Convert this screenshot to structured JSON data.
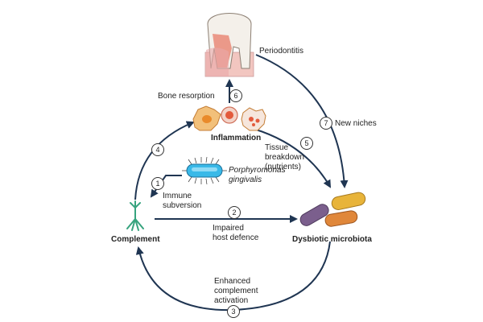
{
  "colors": {
    "arrow": "#1f3552",
    "tooth_enamel": "#f1ece4",
    "gum": "#e9a8a8",
    "macrophage_fill": "#f2c07a",
    "macrophage_nucleus": "#e98a2a",
    "neutrophil_fill": "#f3d3c8",
    "bacterium_body": "#39b9e8",
    "microbe_yellow": "#e8b43a",
    "microbe_purple": "#7b5f8d",
    "microbe_orange": "#e0873a",
    "complement_green": "#37a37e"
  },
  "labels": {
    "periodontitis": "Periodontitis",
    "bone_resorption": "Bone resorption",
    "inflammation": "Inflammation",
    "tissue_breakdown_1": "Tissue",
    "tissue_breakdown_2": "breakdown",
    "tissue_breakdown_3": "(nutrients)",
    "new_niches": "New niches",
    "porphyromonas_1": "Porphyromonas",
    "porphyromonas_2": "gingivalis",
    "immune_subversion_1": "Immune",
    "immune_subversion_2": "subversion",
    "complement": "Complement",
    "impaired_1": "Impaired",
    "impaired_2": "host defence",
    "dysbiotic_microbiota": "Dysbiotic microbiota",
    "enhanced_1": "Enhanced",
    "enhanced_2": "complement",
    "enhanced_3": "activation"
  },
  "steps": {
    "s1": "1",
    "s2": "2",
    "s3": "3",
    "s4": "4",
    "s5": "5",
    "s6": "6",
    "s7": "7"
  }
}
